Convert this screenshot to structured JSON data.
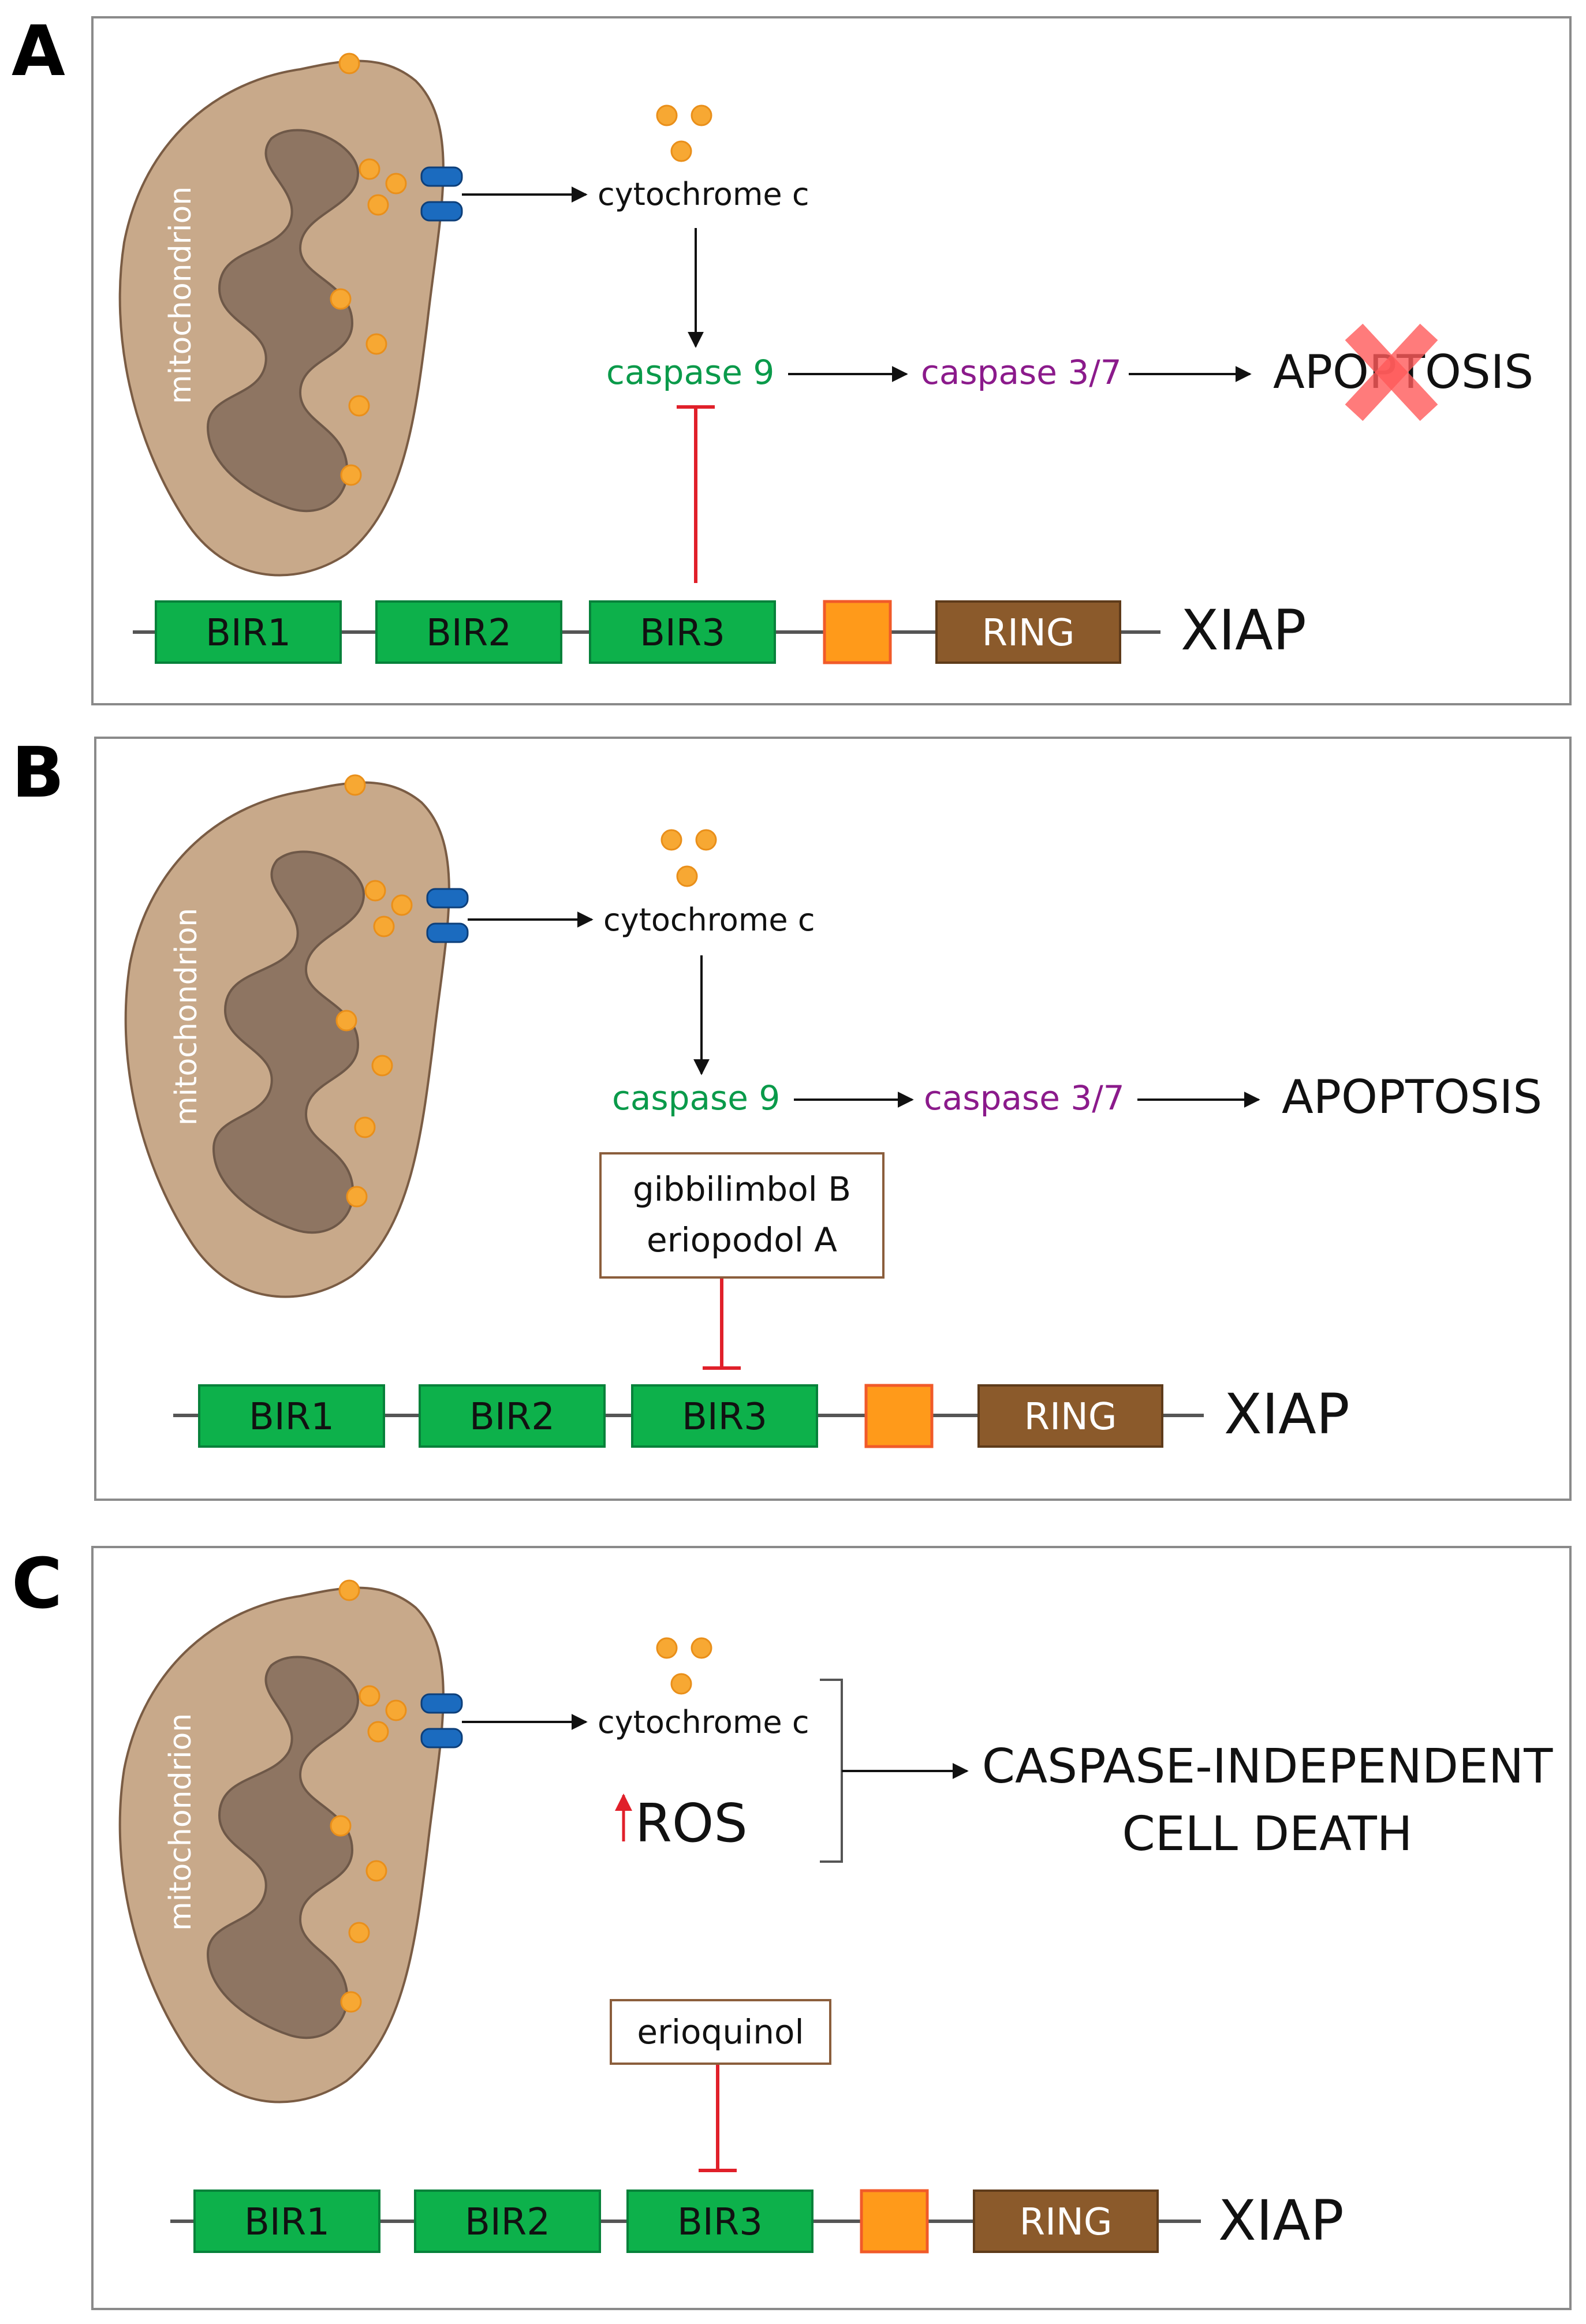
{
  "colors": {
    "mito_outer": "#c8a98a",
    "mito_outer_stroke": "#7a5c44",
    "mito_inner": "#8e7562",
    "mito_inner_stroke": "#6e5848",
    "dot": "#f7a833",
    "dot_stroke": "#e98f1a",
    "channel": "#1b6bbf",
    "channel_stroke": "#0d3f7a",
    "bir": "#0db14b",
    "bir_stroke": "#07813a",
    "linker": "#ff9a1a",
    "linker_stroke": "#f15a29",
    "ring": "#8b5a2b",
    "ring_stroke": "#5e3b1a",
    "caspase9": "#0a9a4a",
    "caspase37": "#8b1a8b",
    "inhibit": "#e0202a",
    "cross": "#ff5a5a",
    "inhibitor_box_stroke": "#8b5e3c",
    "frame_stroke": "#8a8a8a"
  },
  "panels": [
    {
      "letter": "A",
      "mito_label": "mitochondrion",
      "cytochrome": "cytochrome c",
      "caspase9": "caspase 9",
      "caspase37": "caspase 3/7",
      "outcome": "APOPTOSIS",
      "blocked": true,
      "domains": [
        "BIR1",
        "BIR2",
        "BIR3",
        "",
        "RING"
      ],
      "protein": "XIAP"
    },
    {
      "letter": "B",
      "mito_label": "mitochondrion",
      "cytochrome": "cytochrome c",
      "caspase9": "caspase 9",
      "caspase37": "caspase 3/7",
      "outcome": "APOPTOSIS",
      "inhibitors": [
        "gibbilimbol B",
        "eriopodol A"
      ],
      "domains": [
        "BIR1",
        "BIR2",
        "BIR3",
        "",
        "RING"
      ],
      "protein": "XIAP"
    },
    {
      "letter": "C",
      "mito_label": "mitochondrion",
      "cytochrome": "cytochrome c",
      "ros": "ROS",
      "outcome_lines": [
        "CASPASE-INDEPENDENT",
        "CELL DEATH"
      ],
      "inhibitors": [
        "erioquinol"
      ],
      "domains": [
        "BIR1",
        "BIR2",
        "BIR3",
        "",
        "RING"
      ],
      "protein": "XIAP"
    }
  ]
}
